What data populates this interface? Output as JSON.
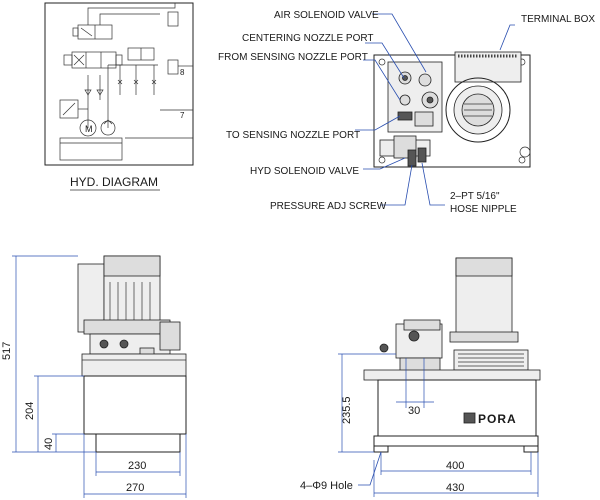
{
  "hyd_diagram": {
    "caption": "HYD. DIAGRAM",
    "ref_numbers": [
      "7",
      "8"
    ]
  },
  "top_view": {
    "labels": {
      "air_solenoid_valve": "AIR SOLENOID VALVE",
      "terminal_box": "TERMINAL BOX",
      "centering_nozzle_port": "CENTERING NOZZLE PORT",
      "from_sensing_nozzle_port": "FROM SENSING NOZZLE PORT",
      "to_sensing_nozzle_port": "TO SENSING NOZZLE PORT",
      "hyd_solenoid_valve": "HYD SOLENOID VALVE",
      "pressure_adj_screw": "PRESSURE ADJ SCREW",
      "hose_nipple_size": "2–PT 5/16\"",
      "hose_nipple": "HOSE NIPPLE"
    }
  },
  "side_view": {
    "dims": {
      "overall_height": "517",
      "tank_height": "204",
      "base_height": "40",
      "base_width": "230",
      "overall_width": "270"
    }
  },
  "front_view": {
    "brand": "PORA",
    "dims": {
      "port_height": "235.5",
      "port_spacing": "30",
      "hole_pitch": "400",
      "overall_width": "430",
      "hole_callout": "4–Φ9 Hole"
    }
  }
}
